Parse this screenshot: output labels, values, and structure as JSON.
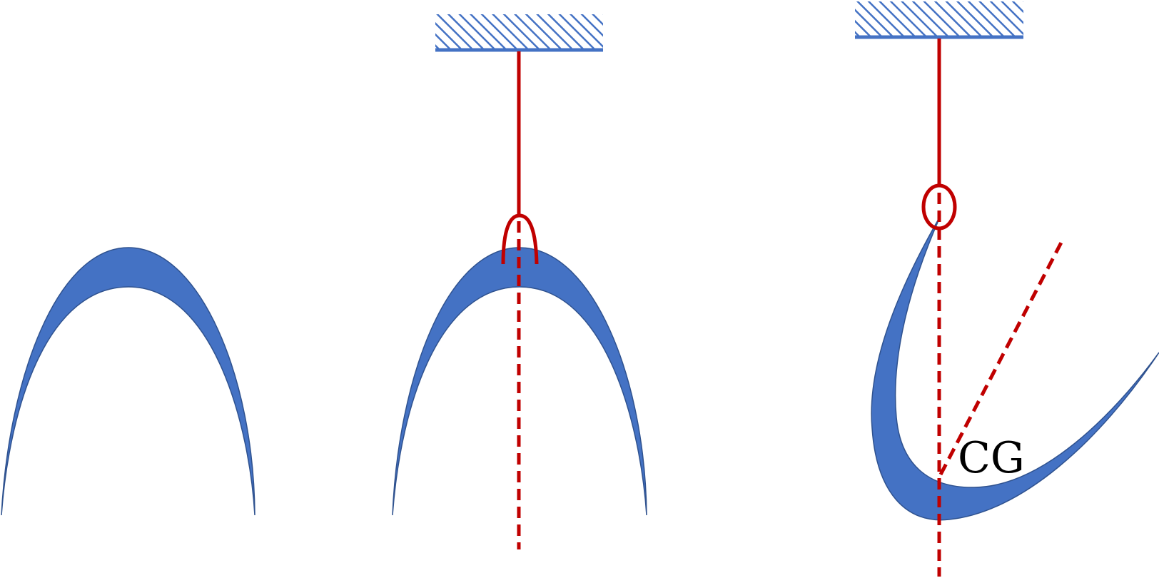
{
  "diagram": {
    "panels": [
      {
        "id": "free-shape"
      },
      {
        "id": "hung-at-apex"
      },
      {
        "id": "hung-at-tip"
      }
    ],
    "labels": {
      "center_of_gravity": "CG"
    },
    "colors": {
      "shape_fill": "#4472c4",
      "shape_stroke": "#2f528f",
      "string": "#c00000",
      "support_hatch": "#4472c4",
      "label_text": "#000000"
    }
  }
}
